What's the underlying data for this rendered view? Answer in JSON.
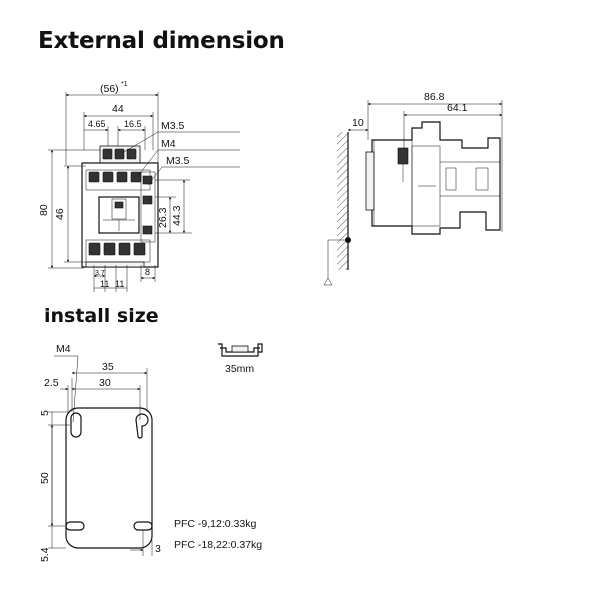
{
  "header": {
    "title": "External dimension"
  },
  "install": {
    "title": "install size"
  },
  "front_view": {
    "dims": {
      "overall_width": "(56)",
      "overall_width_note": "*1",
      "body_width": "44",
      "left_offset": "4.65",
      "terminal_pitch": "16.5",
      "height_total": "80",
      "height_body": "46",
      "height_a": "26.3",
      "height_b": "44.3",
      "pitch_small": "3.7",
      "pitch_1": "11",
      "pitch_2": "11",
      "side_width": "8"
    },
    "callouts": {
      "screw_top": "M3.5",
      "screw_mid": "M4",
      "screw_low": "M3.5"
    }
  },
  "side_view": {
    "dims": {
      "overall_depth": "86.8",
      "body_depth": "64.1",
      "rail_offset": "10"
    }
  },
  "install_view": {
    "dims": {
      "screw": "M4",
      "outer_width": "35",
      "inner_width": "30",
      "offset_left": "2.5",
      "top_gap": "5",
      "hole_pitch": "50",
      "bottom_gap": "5.4",
      "slot_offset": "3"
    },
    "rail_label": "35mm",
    "weights": [
      "PFC -9,12:0.33kg",
      "PFC -18,22:0.37kg"
    ]
  }
}
